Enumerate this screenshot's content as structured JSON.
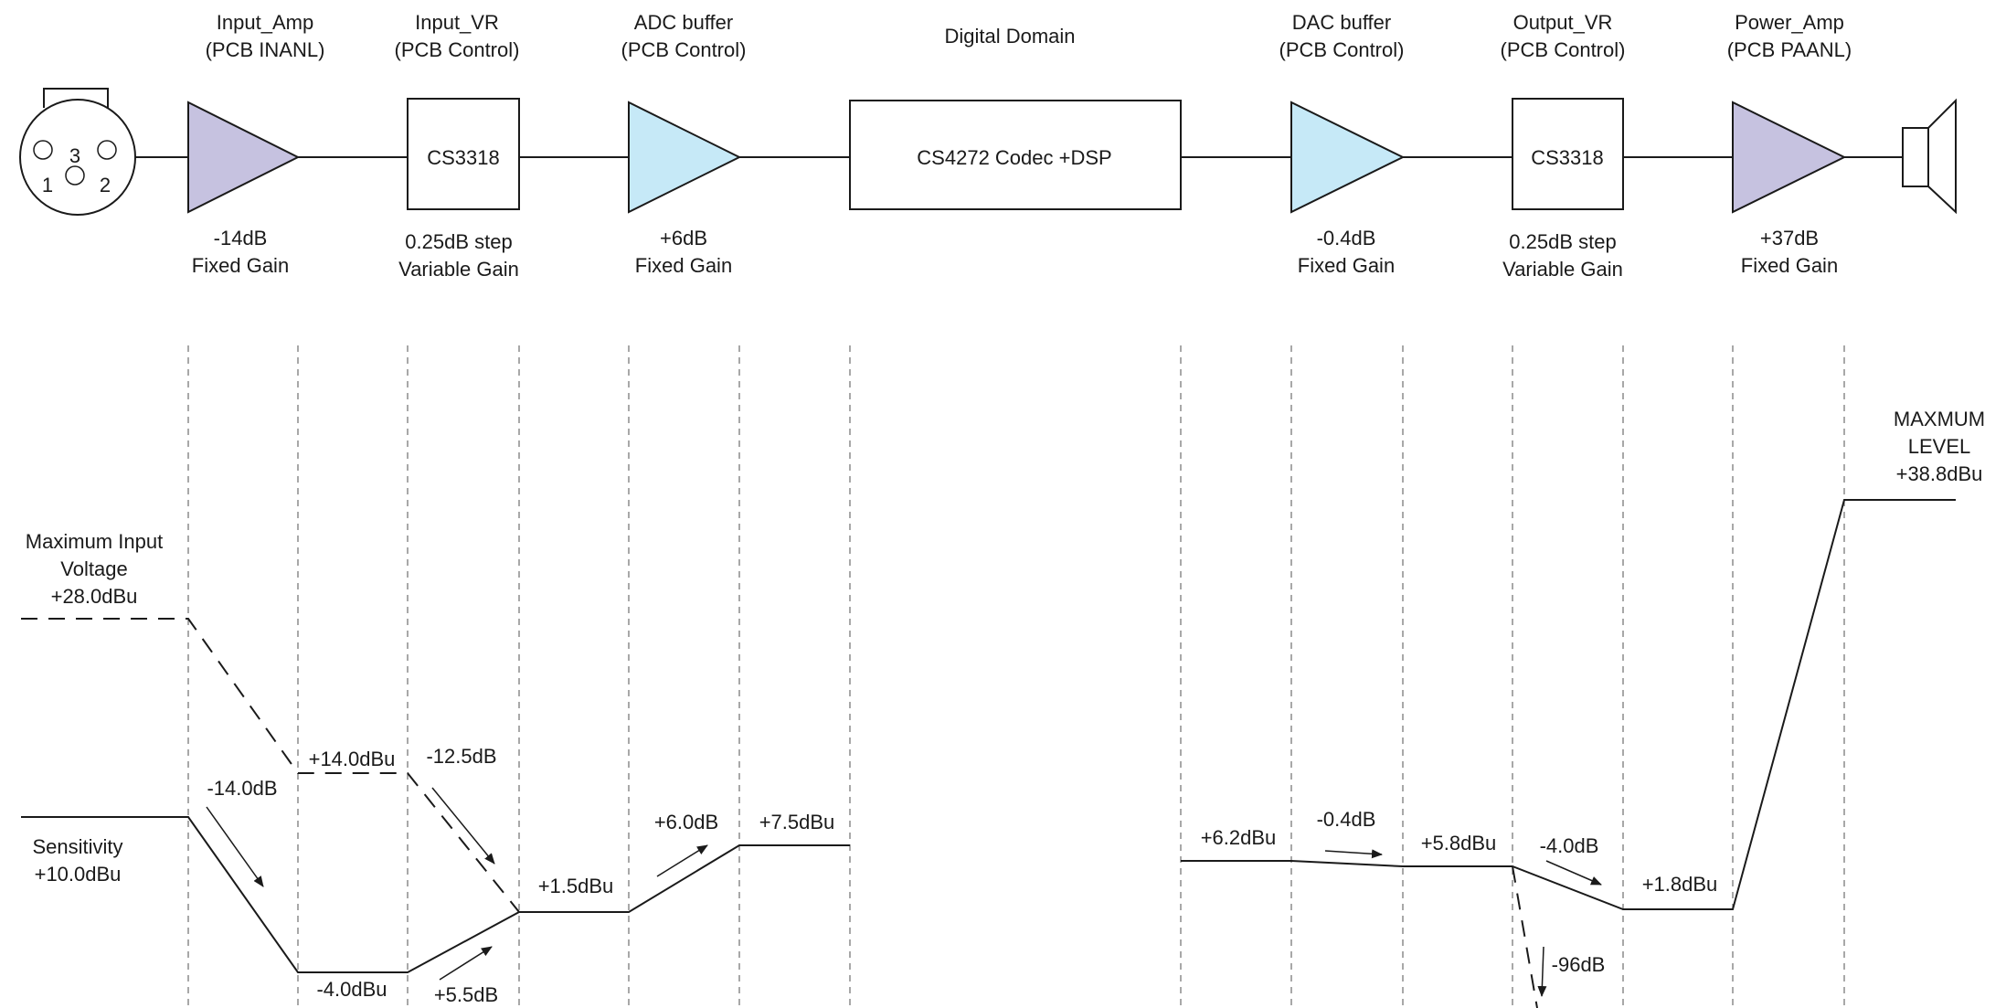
{
  "colors": {
    "amp_purple": "#c6c2e0",
    "buffer_blue": "#c6e9f7",
    "line": "#1a1a1a"
  },
  "stages": {
    "input_amp": {
      "name": "Input_Amp",
      "pcb": "(PCB INANL)",
      "gain": "-14dB",
      "gain_type": "Fixed Gain"
    },
    "input_vr": {
      "name": "Input_VR",
      "pcb": "(PCB Control)",
      "chip": "CS3318",
      "gain": "0.25dB step",
      "gain_type": "Variable Gain"
    },
    "adc_buffer": {
      "name": "ADC buffer",
      "pcb": "(PCB Control)",
      "gain": "+6dB",
      "gain_type": "Fixed Gain"
    },
    "digital": {
      "name": "Digital Domain",
      "chip": "CS4272 Codec +DSP"
    },
    "dac_buffer": {
      "name": "DAC buffer",
      "pcb": "(PCB Control)",
      "gain": "-0.4dB",
      "gain_type": "Fixed Gain"
    },
    "output_vr": {
      "name": "Output_VR",
      "pcb": "(PCB Control)",
      "chip": "CS3318",
      "gain": "0.25dB step",
      "gain_type": "Variable Gain"
    },
    "power_amp": {
      "name": "Power_Amp",
      "pcb": "(PCB PAANL)",
      "gain": "+37dB",
      "gain_type": "Fixed Gain"
    }
  },
  "connector": {
    "pin1": "1",
    "pin2": "2",
    "pin3": "3"
  },
  "levels": {
    "max_input": [
      "Maximum Input",
      "Voltage",
      "+28.0dBu"
    ],
    "sensitivity": [
      "Sensitivity",
      "+10.0dBu"
    ],
    "maximum_level": [
      "MAXMUM",
      "LEVEL",
      "+38.8dBu"
    ],
    "after_input_amp_max": "+14.0dBu",
    "after_input_amp_sens": "-4.0dBu",
    "after_input_vr": "+1.5dBu",
    "after_adc_buffer": "+7.5dBu",
    "digital_out": "+6.2dBu",
    "after_dac_buffer": "+5.8dBu",
    "after_output_vr": "+1.8dBu"
  },
  "gain_steps": {
    "input_amp": "-14.0dB",
    "input_vr_max": "-12.5dB",
    "input_vr_sens": "+5.5dB",
    "adc_buffer": "+6.0dB",
    "dac_buffer": "-0.4dB",
    "output_vr": "-4.0dB",
    "output_vr_mute": "-96dB"
  }
}
